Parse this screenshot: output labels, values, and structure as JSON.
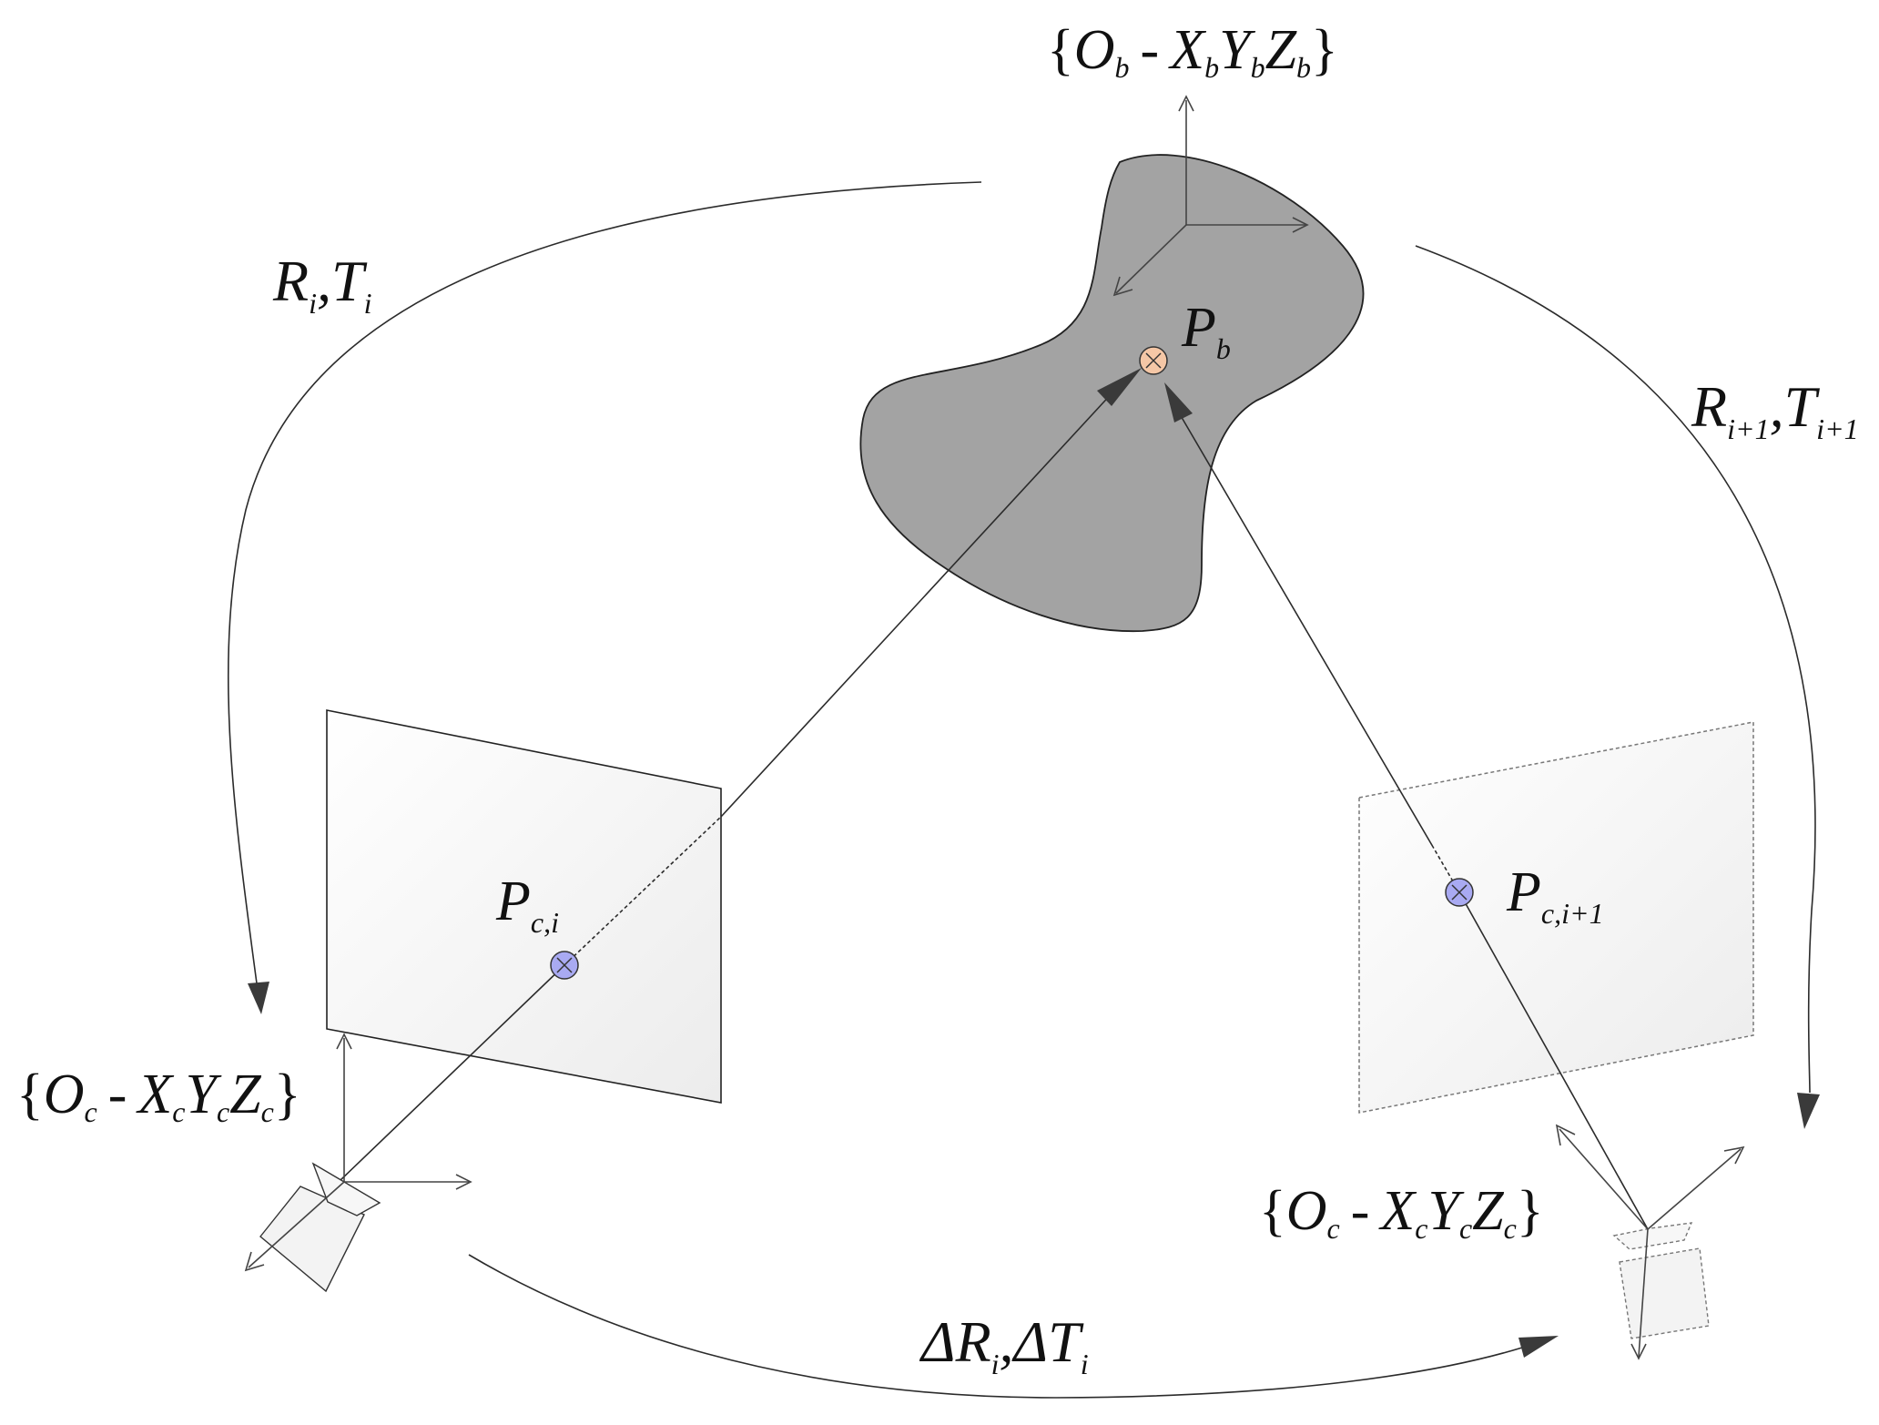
{
  "frames": {
    "body": {
      "brace_open": "{",
      "O": "O",
      "O_sub": "b",
      "dash": "-",
      "X": "X",
      "X_sub": "b",
      "Y": "Y",
      "Y_sub": "b",
      "Z": "Z",
      "Z_sub": "b",
      "brace_close": "}"
    },
    "camera_i": {
      "brace_open": "{",
      "O": "O",
      "O_sub": "c",
      "dash": "-",
      "X": "X",
      "X_sub": "c",
      "Y": "Y",
      "Y_sub": "c",
      "Z": "Z",
      "Z_sub": "c",
      "brace_close": "}"
    },
    "camera_i1": {
      "brace_open": "{",
      "O": "O",
      "O_sub": "c",
      "dash": "-",
      "X": "X",
      "X_sub": "c",
      "Y": "Y",
      "Y_sub": "c",
      "Z": "Z",
      "Z_sub": "c",
      "brace_close": "}"
    }
  },
  "points": {
    "pb": {
      "main": "P",
      "sub": "b"
    },
    "pci": {
      "main": "P",
      "sub": "c,i"
    },
    "pci1": {
      "main": "P",
      "sub": "c,i+1"
    }
  },
  "transforms": {
    "left": {
      "R": "R",
      "R_sub": "i",
      "comma": ",",
      "T": "T",
      "T_sub": "i"
    },
    "right": {
      "R": "R",
      "R_sub": "i+1",
      "comma": ",",
      "T": "T",
      "T_sub": "i+1"
    },
    "bottom": {
      "dR": "ΔR",
      "dR_sub": "i",
      "comma": ",",
      "dT": "ΔT",
      "dT_sub": "i"
    }
  },
  "colors": {
    "body_fill": "#a3a3a3",
    "body_point_fill": "#f5c7a6",
    "image_point_fill": "#a9aaf2",
    "plane_fill": "#f4f4f4",
    "arrow_fill": "#3a3a3a"
  }
}
